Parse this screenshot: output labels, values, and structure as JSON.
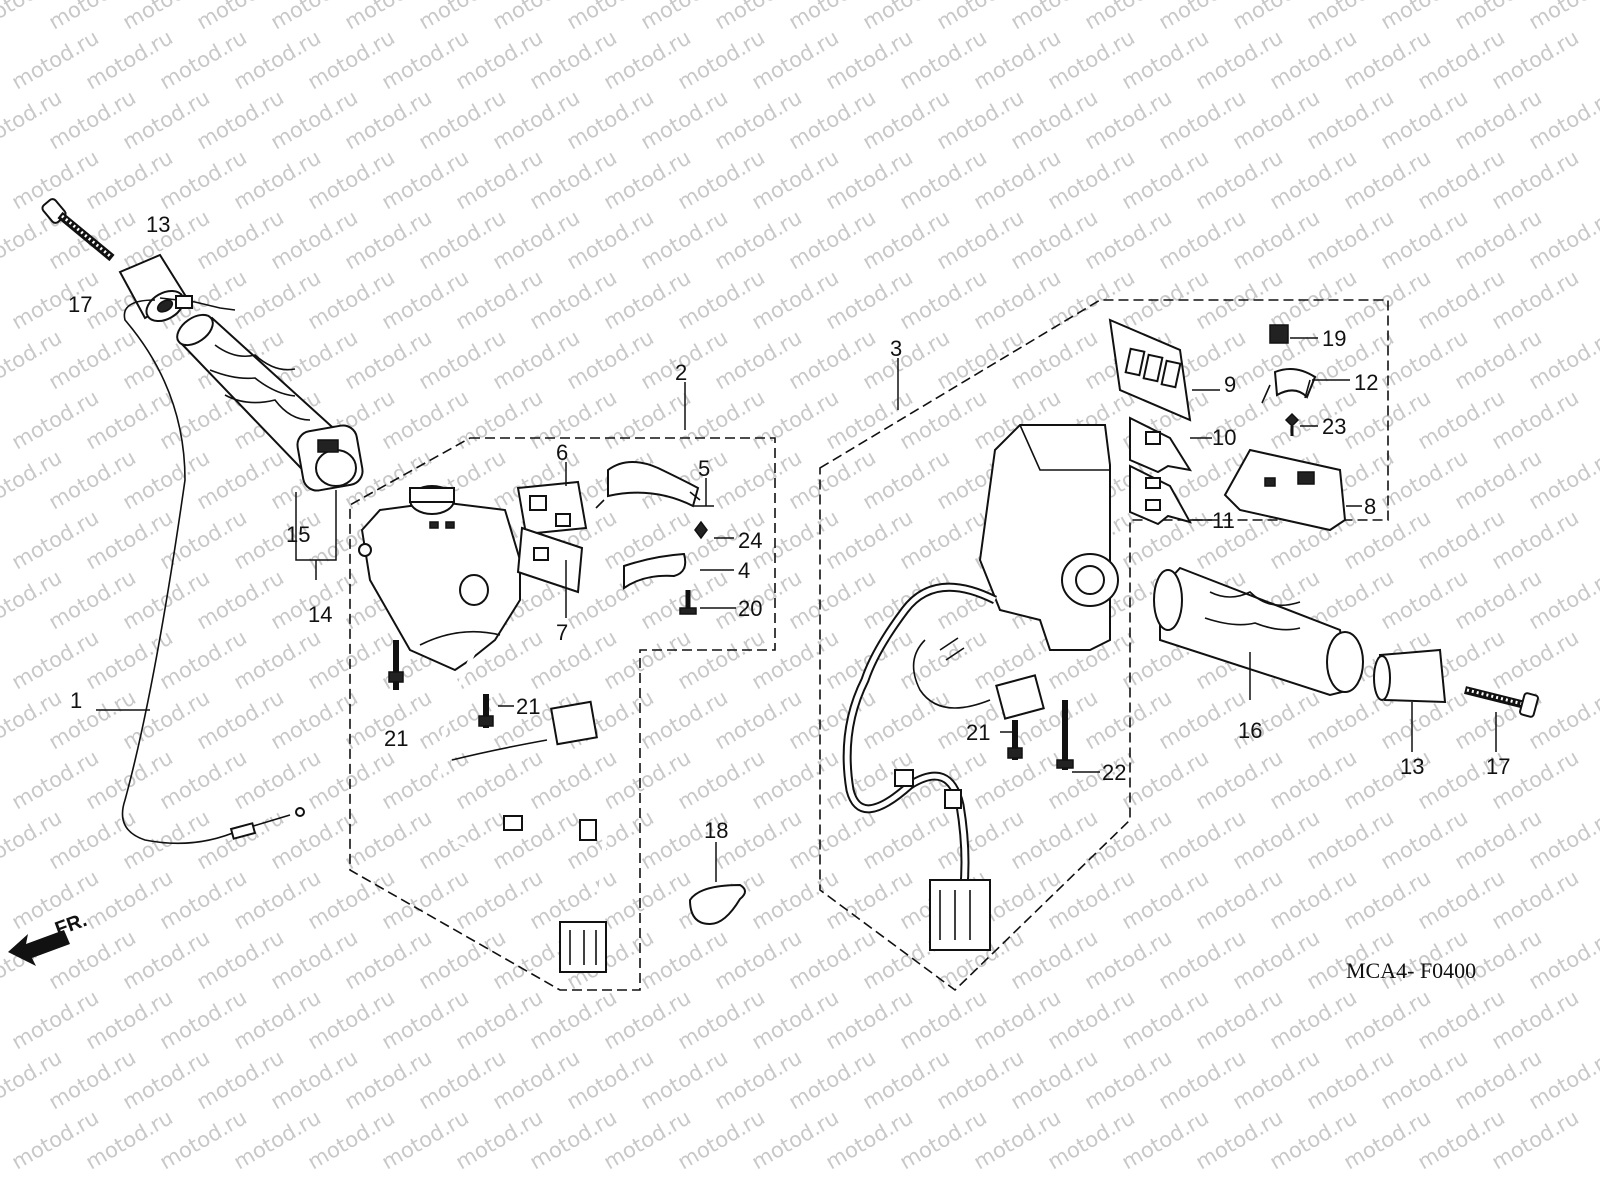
{
  "diagram": {
    "code": "MCA4- F0400",
    "direction": "FR.",
    "watermark": "motod.ru",
    "labels": [
      "1",
      "2",
      "3",
      "4",
      "5",
      "6",
      "7",
      "8",
      "9",
      "10",
      "11",
      "12",
      "13",
      "13",
      "14",
      "15",
      "16",
      "17",
      "17",
      "18",
      "19",
      "20",
      "21",
      "21",
      "21",
      "22",
      "23",
      "24"
    ]
  }
}
